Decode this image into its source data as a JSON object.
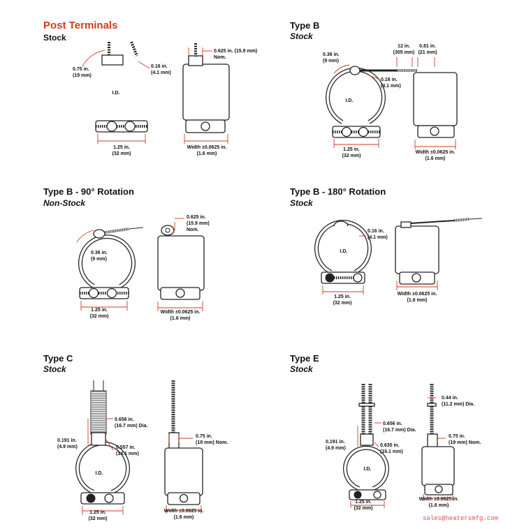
{
  "panels": {
    "post": {
      "heading": "Post Terminals",
      "sub": "Stock",
      "labels": {
        "arc_in": "0.75 in.",
        "arc_mm": "(19 mm)",
        "gap_in": "0.16 in.",
        "gap_mm": "(4.1 mm)",
        "id": "I.D.",
        "bottom_in": "1.25 in.",
        "bottom_mm": "(32 mm)",
        "post_in": "0.625 in. (15.9 mm)",
        "post_nom": "Nom.",
        "width": "Width ±0.0625 in.",
        "width_mm": "(1.6 mm)"
      }
    },
    "typeb": {
      "heading": "Type B",
      "sub": "Stock",
      "labels": {
        "arc_in": "0.36 in.",
        "arc_mm": "(9 mm)",
        "gap_in": "0.16 in.",
        "gap_mm": "(4.1 mm)",
        "id": "I.D.",
        "lead_in": "12 in.",
        "lead_mm": "(305 mm)",
        "strip_in": "0.81 in.",
        "strip_mm": "(21 mm)",
        "bottom_in": "1.25 in.",
        "bottom_mm": "(32 mm)",
        "width": "Width ±0.0625 in.",
        "width_mm": "(1.6 mm)"
      }
    },
    "typeb90": {
      "heading": "Type B - 90° Rotation",
      "sub": "Non-Stock",
      "labels": {
        "arc_in": "0.36 in.",
        "arc_mm": "(9 mm)",
        "post_in": "0.625 in.",
        "post_mm": "(15.9 mm)",
        "post_nom": "Nom.",
        "bottom_in": "1.25 in.",
        "bottom_mm": "(32 mm)",
        "width": "Width ±0.0625 in.",
        "width_mm": "(1.6 mm)"
      }
    },
    "typeb180": {
      "heading": "Type B - 180° Rotation",
      "sub": "Stock",
      "labels": {
        "gap_in": "0.16 in.",
        "gap_mm": "(4.1 mm)",
        "id": "I.D.",
        "bottom_in": "1.25 in.",
        "bottom_mm": "(32 mm)",
        "width": "Width ±0.0625 in.",
        "width_mm": "(1.6 mm)"
      }
    },
    "typec": {
      "heading": "Type C",
      "sub": "Stock",
      "labels": {
        "dia_in": "0.656 in.",
        "dia_mm": "(16.7 mm) Dia.",
        "side_in": "0.191 in.",
        "side_mm": "(4.9 mm)",
        "h_in": "0.557 in.",
        "h_mm": "(14.1 mm)",
        "nom_in": "0.75 in.",
        "nom_mm": "(19 mm) Nom.",
        "id": "I.D.",
        "bottom_in": "1.25 in.",
        "bottom_mm": "(32 mm)",
        "width": "Width ±0.0625 in.",
        "width_mm": "(1.6 mm)"
      }
    },
    "typee": {
      "heading": "Type E",
      "sub": "Stock",
      "labels": {
        "top_in": "0.44 in.",
        "top_mm": "(11.2 mm) Dia.",
        "dia_in": "0.656 in.",
        "dia_mm": "(16.7 mm) Dia.",
        "side_in": "0.191 in.",
        "side_mm": "(4.9 mm)",
        "h_in": "0.635 in.",
        "h_mm": "(16.1 mm)",
        "nom_in": "0.75 in.",
        "nom_mm": "(19 mm) Nom.",
        "id": "I.D.",
        "bottom_in": "1.25 in.",
        "bottom_mm": "(32 mm)",
        "width": "Width ±0.0625 in.",
        "width_mm": "(1.6 mm)"
      }
    }
  },
  "footer": "sales@heatersmfg.com",
  "colors": {
    "accent": "#d43a1f",
    "ink": "#222222"
  }
}
